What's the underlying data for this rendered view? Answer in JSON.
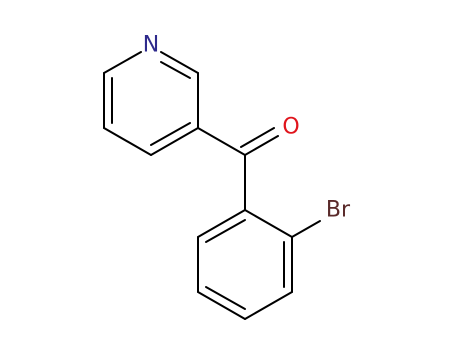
{
  "molecule": {
    "atoms": {
      "nitrogen": {
        "label": "N",
        "color": "#2e2a8c"
      },
      "oxygen": {
        "label": "O",
        "color": "#e0141c"
      },
      "bromine": {
        "label": "Br",
        "color": "#5a2a2a"
      }
    },
    "bond_color": "#000000"
  }
}
